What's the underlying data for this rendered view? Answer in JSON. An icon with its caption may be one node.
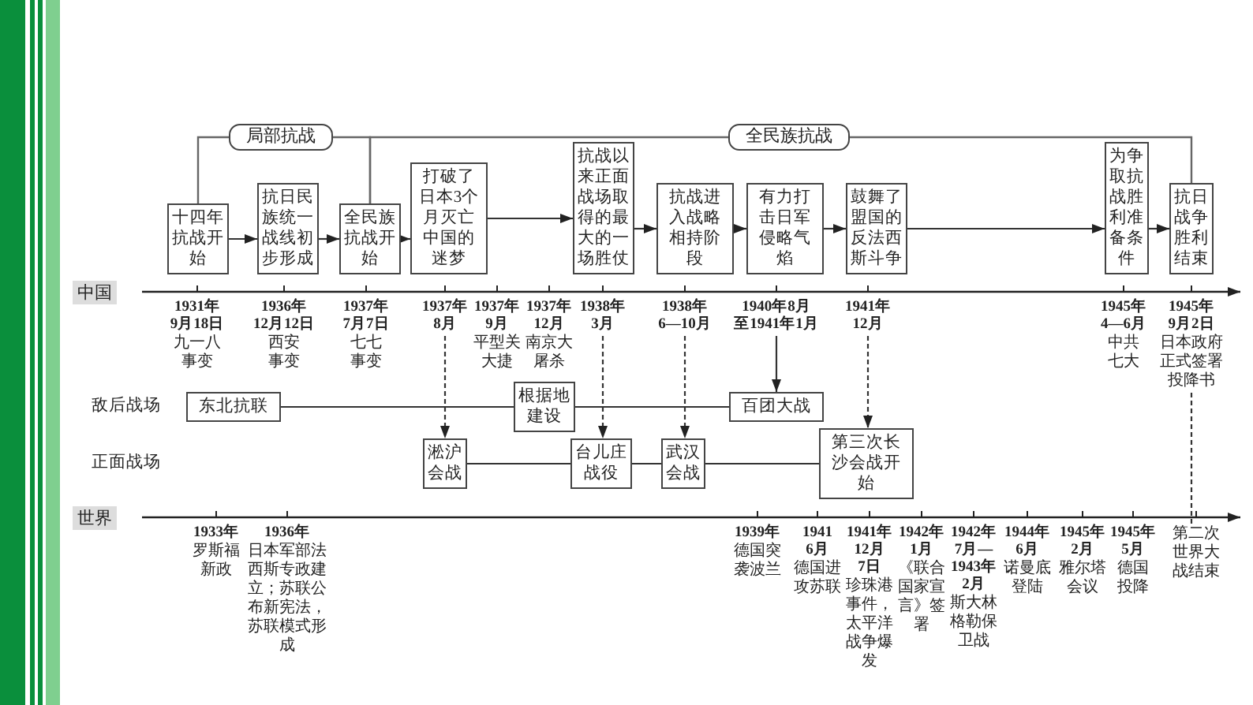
{
  "diagram": {
    "nodes": [
      {
        "text": [
          "局部抗战"
        ]
      },
      {
        "text": [
          "全民族抗战"
        ]
      },
      {
        "text": [
          "十四年抗战开始"
        ]
      },
      {
        "text": [
          "抗日民族统一战线初步形成"
        ]
      },
      {
        "text": [
          "全民族抗战开始"
        ]
      },
      {
        "text": [
          "打破了日本3个月灭亡中国的迷梦"
        ]
      },
      {
        "text": [
          "抗战以来正面战场取得的最大的一场胜仗"
        ]
      },
      {
        "text": [
          "抗战进入战略相持阶段"
        ]
      },
      {
        "text": [
          "有力打击日军侵略气焰"
        ]
      },
      {
        "text": [
          "鼓舞了盟国的反法西斯斗争"
        ]
      },
      {
        "text": [
          "为争取抗战胜利准备条件"
        ]
      },
      {
        "text": [
          "抗日战争胜利结束"
        ]
      },
      {
        "text": [
          "1937年",
          "8月"
        ]
      },
      {
        "text": [
          "1938年",
          "3月"
        ]
      },
      {
        "text": [
          "1938年",
          "6—10月"
        ]
      },
      {
        "text": [
          "1940年8月",
          "至1941年1月"
        ]
      },
      {
        "text": [
          "1941年",
          "12月"
        ]
      },
      {
        "text": [
          "1945年",
          "9月2日",
          "日本政府正式签署投降书"
        ]
      },
      {
        "text": [
          "东北抗联"
        ]
      },
      {
        "text": [
          "根据地建设"
        ]
      },
      {
        "text": [
          "百团大战"
        ]
      },
      {
        "text": [
          "淞沪会战"
        ]
      },
      {
        "text": [
          "台儿庄战役"
        ]
      },
      {
        "text": [
          "武汉会战"
        ]
      },
      {
        "text": [
          "第三次长沙会战开始"
        ]
      },
      {
        "text": [
          "第二次世界大战结束"
        ]
      }
    ],
    "edges": [
      {
        "from": 2,
        "to": 3,
        "arrow": "to"
      },
      {
        "from": 3,
        "to": 4,
        "arrow": "to"
      },
      {
        "from": 4,
        "to": 5,
        "arrow": "to"
      },
      {
        "from": 5,
        "to": 6,
        "arrow": "to"
      },
      {
        "from": 6,
        "to": 7,
        "arrow": "to"
      },
      {
        "from": 7,
        "to": 8,
        "arrow": "to"
      },
      {
        "from": 8,
        "to": 9,
        "arrow": "to"
      },
      {
        "from": 9,
        "to": 10,
        "arrow": "to"
      },
      {
        "from": 10,
        "to": 11,
        "arrow": "to"
      },
      {
        "from": 12,
        "to": 21,
        "arrow": "to",
        "style": "dashed"
      },
      {
        "from": 13,
        "to": 22,
        "arrow": "to",
        "style": "dashed"
      },
      {
        "from": 14,
        "to": 23,
        "arrow": "to",
        "style": "dashed"
      },
      {
        "from": 15,
        "to": 20,
        "arrow": "to"
      },
      {
        "from": 16,
        "to": 24,
        "arrow": "to",
        "style": "dashed"
      },
      {
        "from": 17,
        "to": 25,
        "arrow": "none",
        "style": "dashed"
      },
      {
        "from": 18,
        "to": 19,
        "arrow": "none"
      },
      {
        "from": 19,
        "to": 20,
        "arrow": "none"
      },
      {
        "from": 21,
        "to": 22,
        "arrow": "none"
      },
      {
        "from": 22,
        "to": 23,
        "arrow": "none"
      },
      {
        "from": 23,
        "to": 24,
        "arrow": "none"
      }
    ],
    "labels": [
      "中国",
      "1931年",
      "9月18日",
      "九一八事变",
      "1936年",
      "12月12日",
      "西安事变",
      "1937年",
      "7月7日",
      "七七事变",
      "1937年",
      "9月",
      "平型关大捷",
      "1937年",
      "12月",
      "南京大屠杀",
      "1945年",
      "4—6月",
      "中共七大",
      "敌后战场",
      "正面战场",
      "世界",
      "1933年",
      "罗斯福新政",
      "1936年",
      "日本军部法西斯专政建立；苏联公布新宪法，苏联模式形成",
      "1939年",
      "德国突袭波兰",
      "1941",
      "6月",
      "德国进攻苏联",
      "1941年",
      "12月",
      "7日",
      "珍珠港事件，太平洋战争爆发",
      "1942年",
      "1月",
      "《联合国家宣言》签署",
      "1942年",
      "7月—",
      "1943年",
      "2月",
      "斯大林格勒保卫战",
      "1944年",
      "6月",
      "诺曼底登陆",
      "1945年",
      "2月",
      "雅尔塔会议",
      "1945年",
      "5月",
      "德国投降"
    ]
  }
}
